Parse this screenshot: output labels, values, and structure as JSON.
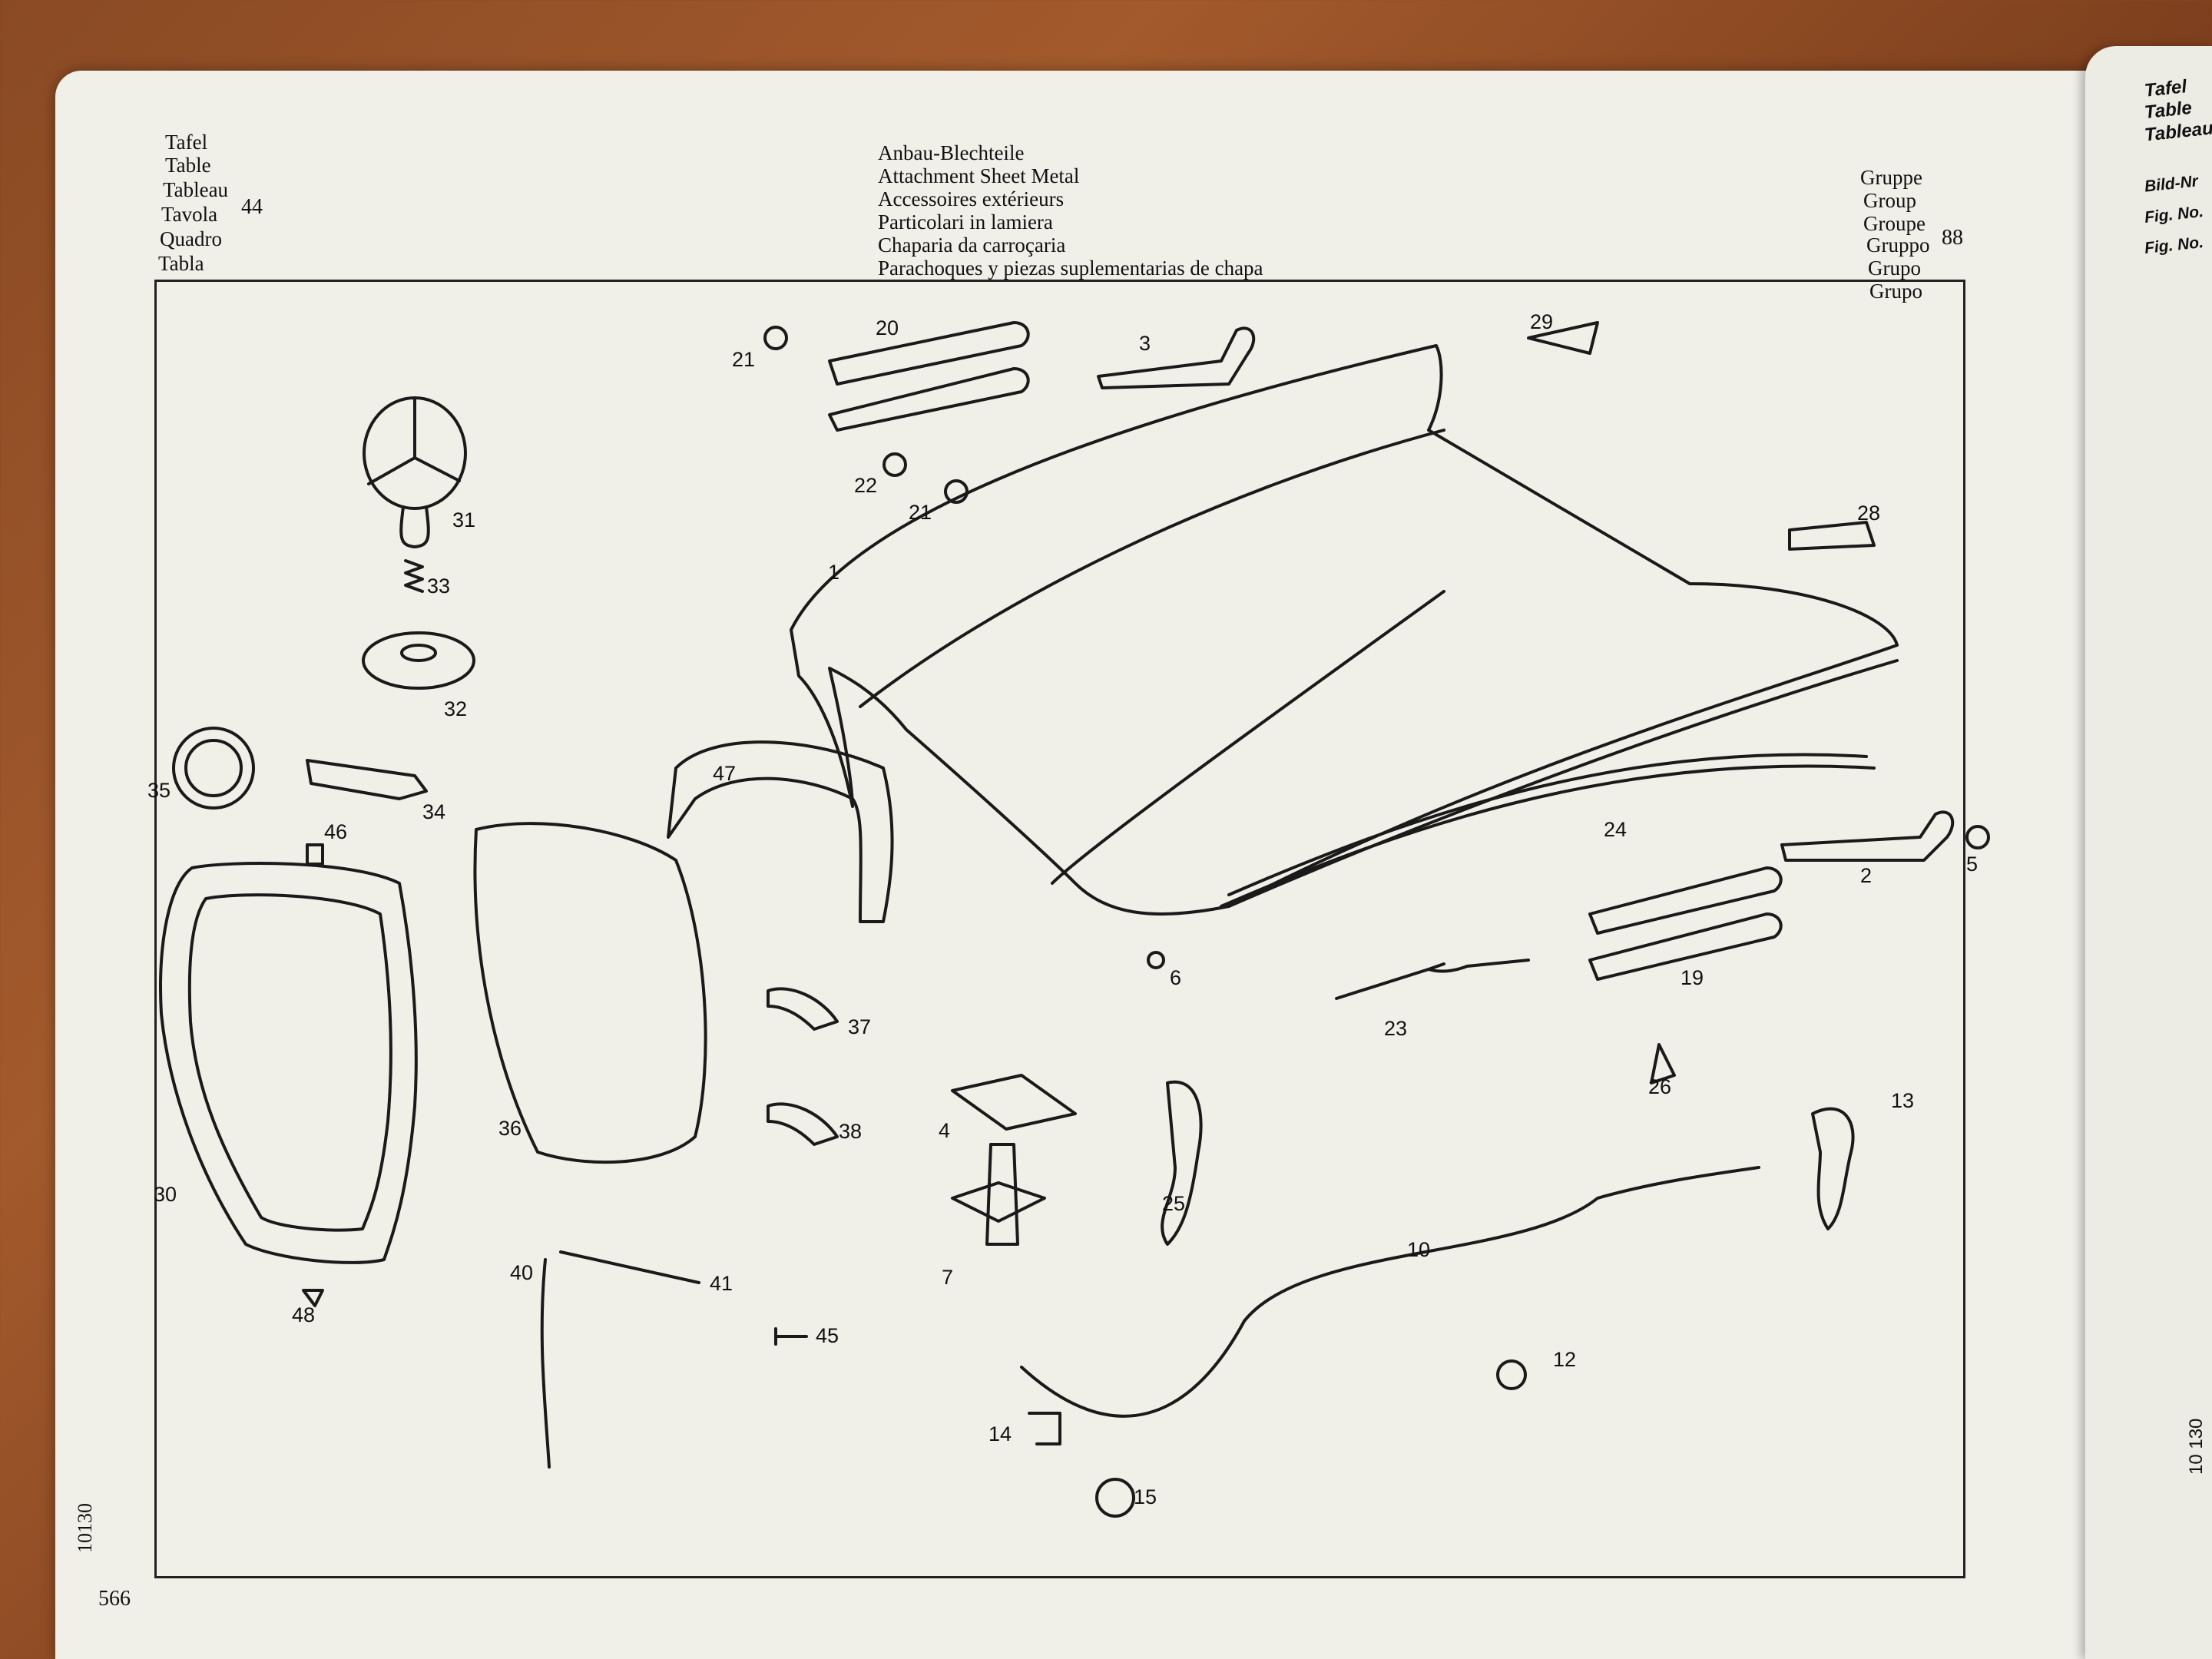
{
  "header": {
    "left_labels": [
      "Tafel",
      "Table",
      "Tableau",
      "Tavola",
      "Quadro",
      "Tabla"
    ],
    "table_number": "44",
    "titles": [
      "Anbau-Blechteile",
      "Attachment Sheet Metal",
      "Accessoires extérieurs",
      "Particolari in lamiera",
      "Chaparia da carroçaria",
      "Parachoques y piezas suplementarias de chapa"
    ],
    "group_labels": [
      "Gruppe",
      "Group",
      "Groupe",
      "Gruppo",
      "Grupo",
      "Grupo"
    ],
    "group_number": "88"
  },
  "diagram": {
    "callouts": [
      "1",
      "2",
      "3",
      "4",
      "5",
      "6",
      "7",
      "10",
      "12",
      "13",
      "14",
      "15",
      "19",
      "20",
      "21",
      "21",
      "22",
      "23",
      "24",
      "25",
      "26",
      "28",
      "29",
      "30",
      "31",
      "32",
      "33",
      "34",
      "35",
      "36",
      "37",
      "38",
      "40",
      "41",
      "45",
      "46",
      "47",
      "48"
    ]
  },
  "footer": {
    "page_number": "566",
    "side_code": "10130"
  },
  "right_page": {
    "tab_labels": [
      "Tafel",
      "Table",
      "Tableau"
    ],
    "column_labels": [
      "Bild-Nr",
      "Fig. No.",
      "Fig. No."
    ],
    "side_code": "10 130"
  }
}
